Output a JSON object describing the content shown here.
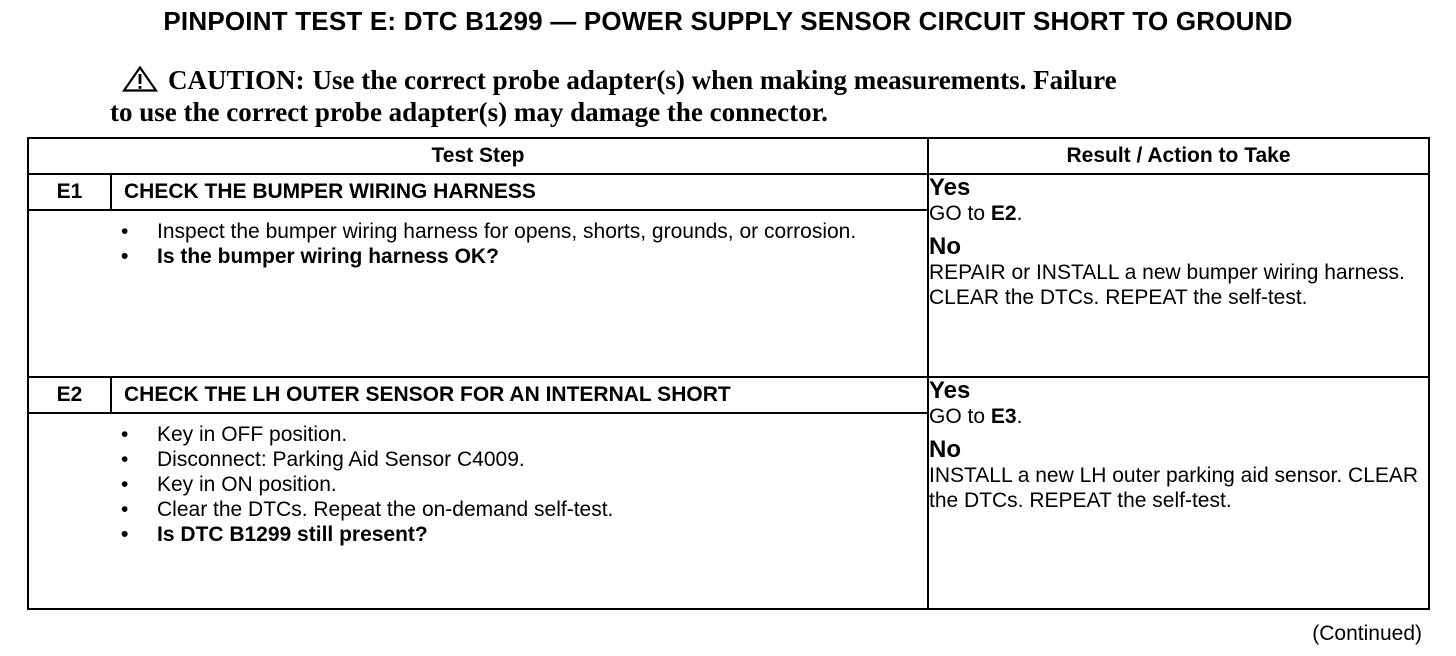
{
  "title": "PINPOINT TEST E: DTC B1299 — POWER SUPPLY SENSOR CIRCUIT SHORT TO GROUND",
  "caution": {
    "icon": "warning-triangle-icon",
    "label": "CAUTION:",
    "line1": "Use the correct probe adapter(s) when making measurements. Failure",
    "line2": "to use the correct probe adapter(s) may damage the connector."
  },
  "table": {
    "headers": {
      "step": "Test Step",
      "result": "Result / Action to Take"
    },
    "steps": [
      {
        "code": "E1",
        "title": "CHECK THE BUMPER WIRING HARNESS",
        "items": [
          "Inspect the bumper wiring harness for opens, shorts, grounds, or corrosion."
        ],
        "question": "Is the bumper wiring harness OK?",
        "yes_label": "Yes",
        "yes_prefix": "GO to",
        "yes_target": "E2",
        "yes_suffix": ".",
        "no_label": "No",
        "no_action": "REPAIR or INSTALL a new bumper wiring harness. CLEAR the DTCs. REPEAT the self-test."
      },
      {
        "code": "E2",
        "title": "CHECK THE LH OUTER SENSOR FOR AN INTERNAL SHORT",
        "items": [
          "Key in OFF position.",
          "Disconnect: Parking Aid Sensor C4009.",
          "Key in ON position.",
          "Clear the DTCs. Repeat the on-demand self-test."
        ],
        "question": "Is DTC B1299 still present?",
        "yes_label": "Yes",
        "yes_prefix": "GO to",
        "yes_target": "E3",
        "yes_suffix": ".",
        "no_label": "No",
        "no_action": "INSTALL a new LH outer parking aid sensor.  CLEAR the DTCs. REPEAT the self-test."
      }
    ]
  },
  "continued": "(Continued)"
}
